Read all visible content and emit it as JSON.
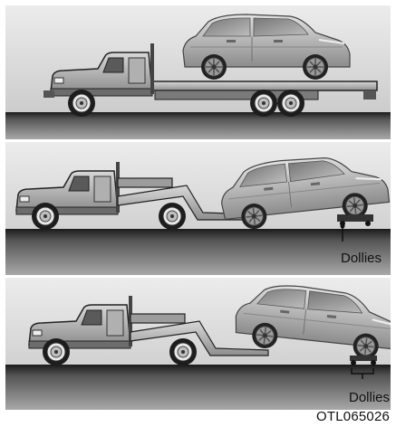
{
  "figure": {
    "code": "OTL065026",
    "panels": [
      {
        "method": "flatbed"
      },
      {
        "method": "wheel-lift-front",
        "callout": "Dollies"
      },
      {
        "method": "wheel-lift-rear",
        "callout": "Dollies"
      }
    ]
  },
  "colors": {
    "sky_top": "#e6e6e6",
    "sky_bottom": "#c9c9c9",
    "ground": "#1c1c1c",
    "road": "#8a8a8a",
    "car_body": "#b4b4b4",
    "truck_body": "#9a9a9a",
    "outline": "#111111"
  }
}
